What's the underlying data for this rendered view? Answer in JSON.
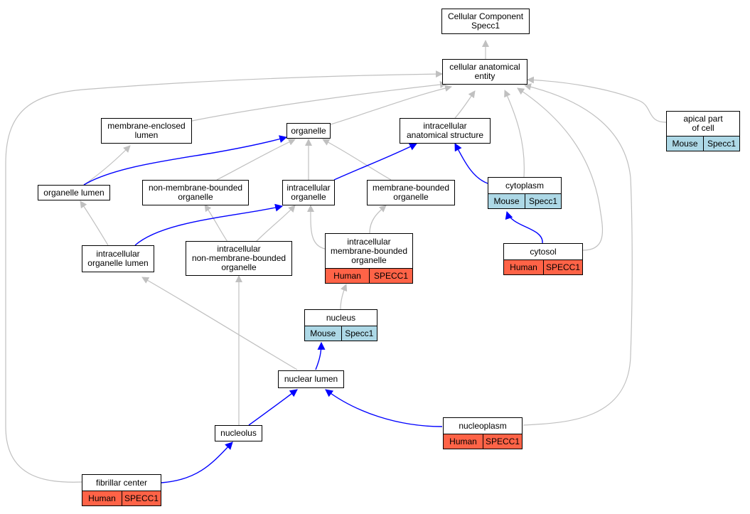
{
  "colors": {
    "edge_gray": "#c0c0c0",
    "edge_blue": "#0000ff",
    "human_fill": "#ff6347",
    "mouse_fill": "#add8e6"
  },
  "nodes": {
    "root": {
      "title": "Cellular Component\nSpecc1"
    },
    "cae": {
      "title": "cellular anatomical\nentity"
    },
    "mel": {
      "title": "membrane-enclosed\nlumen"
    },
    "organelle": {
      "title": "organelle"
    },
    "ias": {
      "title": "intracellular\nanatomical structure"
    },
    "apical": {
      "title": "apical part\nof cell",
      "species": "Mouse",
      "gene": "Specc1"
    },
    "olumen": {
      "title": "organelle lumen"
    },
    "nmbo": {
      "title": "non-membrane-bounded\norganelle"
    },
    "io": {
      "title": "intracellular\norganelle"
    },
    "mbo": {
      "title": "membrane-bounded\norganelle"
    },
    "cytoplasm": {
      "title": "cytoplasm",
      "species": "Mouse",
      "gene": "Specc1"
    },
    "iol": {
      "title": "intracellular\norganelle lumen"
    },
    "inmbo": {
      "title": "intracellular\nnon-membrane-bounded\norganelle"
    },
    "imbo": {
      "title": "intracellular\nmembrane-bounded\norganelle",
      "species": "Human",
      "gene": "SPECC1"
    },
    "cytosol": {
      "title": "cytosol",
      "species": "Human",
      "gene": "SPECC1"
    },
    "nucleus": {
      "title": "nucleus",
      "species": "Mouse",
      "gene": "Specc1"
    },
    "nlumen": {
      "title": "nuclear lumen"
    },
    "nucleolus": {
      "title": "nucleolus"
    },
    "nucleoplasm": {
      "title": "nucleoplasm",
      "species": "Human",
      "gene": "SPECC1"
    },
    "fibrillar": {
      "title": "fibrillar center",
      "species": "Human",
      "gene": "SPECC1"
    }
  }
}
